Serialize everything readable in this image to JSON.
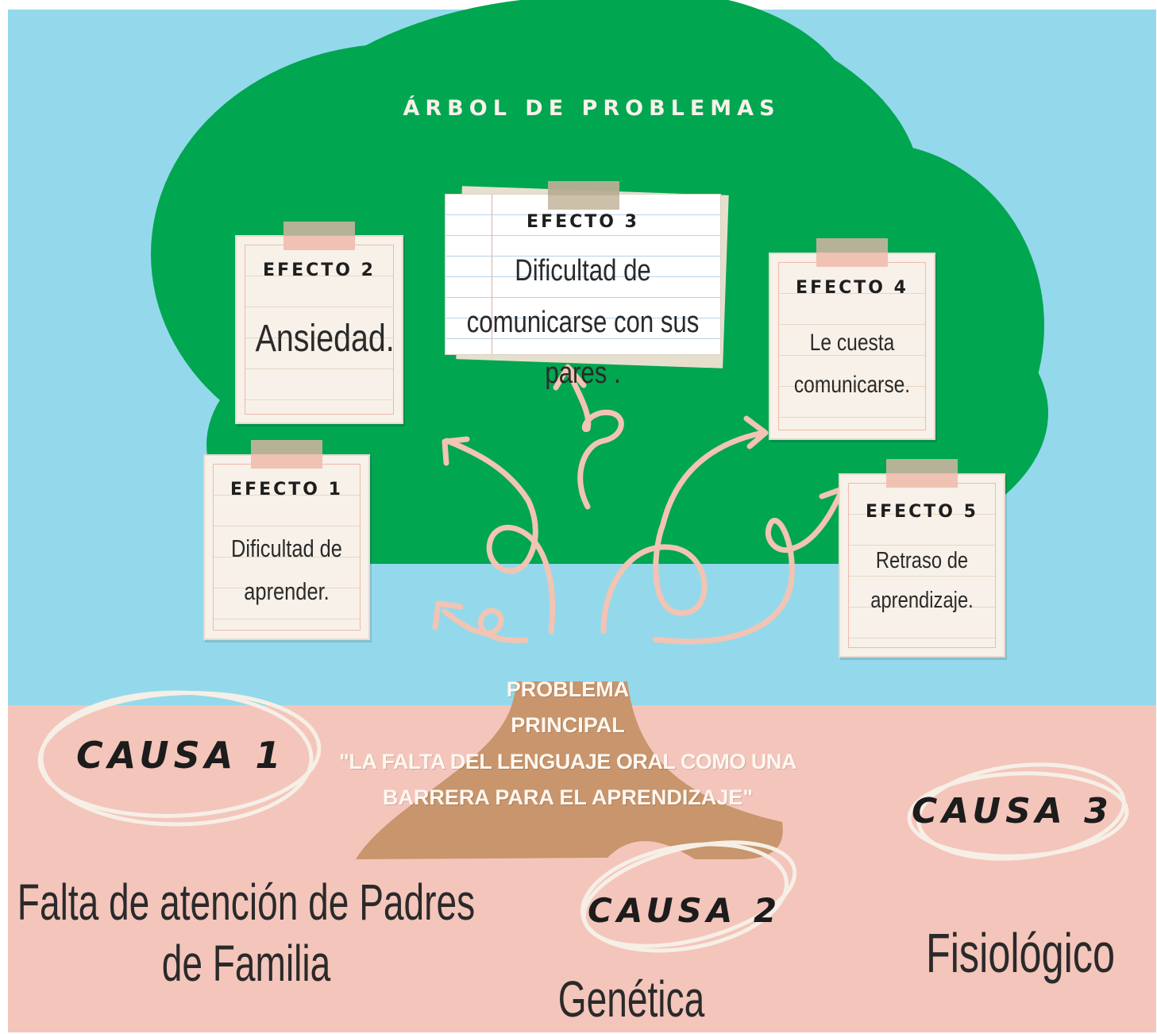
{
  "title": "ÁRBOL DE PROBLEMAS",
  "colors": {
    "sky": "#94d9eb",
    "ground": "#f4c5bb",
    "canopy": "#00a650",
    "trunk": "#c8956c",
    "arrow": "#f2c4b4",
    "circle": "#f6efe6"
  },
  "effects": [
    {
      "label": "EFECTO 1",
      "text": "Dificultad de aprender."
    },
    {
      "label": "EFECTO 2",
      "text": "Ansiedad."
    },
    {
      "label": "EFECTO 3",
      "text": "Dificultad de comunicarse con sus pares ."
    },
    {
      "label": "EFECTO 4",
      "text": "Le cuesta comunicarse."
    },
    {
      "label": "EFECTO 5",
      "text": "Retraso de aprendizaje."
    }
  ],
  "problem": {
    "line1": "PROBLEMA",
    "line2": "PRINCIPAL",
    "line3": "\"LA FALTA DEL LENGUAJE ORAL COMO UNA",
    "line4": "BARRERA PARA EL APRENDIZAJE\""
  },
  "causes": [
    {
      "label": "CAUSA 1",
      "text_line1": "Falta de atención de Padres",
      "text_line2": "de Familia"
    },
    {
      "label": "CAUSA 2",
      "text": "Genética"
    },
    {
      "label": "CAUSA 3",
      "text": "Fisiológico"
    }
  ]
}
